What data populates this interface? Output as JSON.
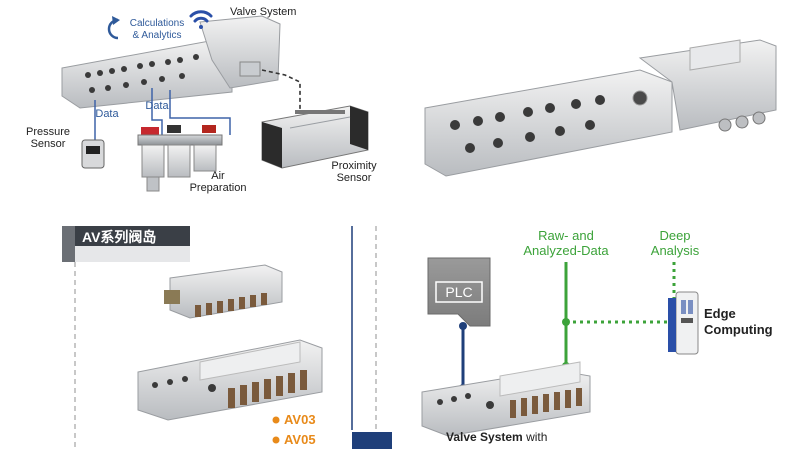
{
  "top_left": {
    "calc_label": "Calculations\n& Analytics",
    "valve_system_label": "Valve System",
    "pressure_sensor_label": "Pressure\nSensor",
    "data_label_1": "Data",
    "data_label_2": "Data",
    "air_prep_label": "Air\nPreparation",
    "proximity_label": "Proximity\nSensor"
  },
  "bottom_left": {
    "title": "AV系列阀岛",
    "bullet_1": "AV03",
    "bullet_2": "AV05"
  },
  "bottom_right": {
    "plc_label": "PLC",
    "raw_data_label": "Raw- and\nAnalyzed-Data",
    "deep_analysis_label": "Deep\nAnalysis",
    "edge_label": "Edge\nComputing",
    "valve_system_bold": "Valve System",
    "valve_system_suffix": " with"
  },
  "colors": {
    "blue_label": "#2f5a9a",
    "green": "#3ca33a",
    "orange": "#e88a1a",
    "navy_line": "#1f3f7a",
    "title_bar": "#3a3f46"
  }
}
